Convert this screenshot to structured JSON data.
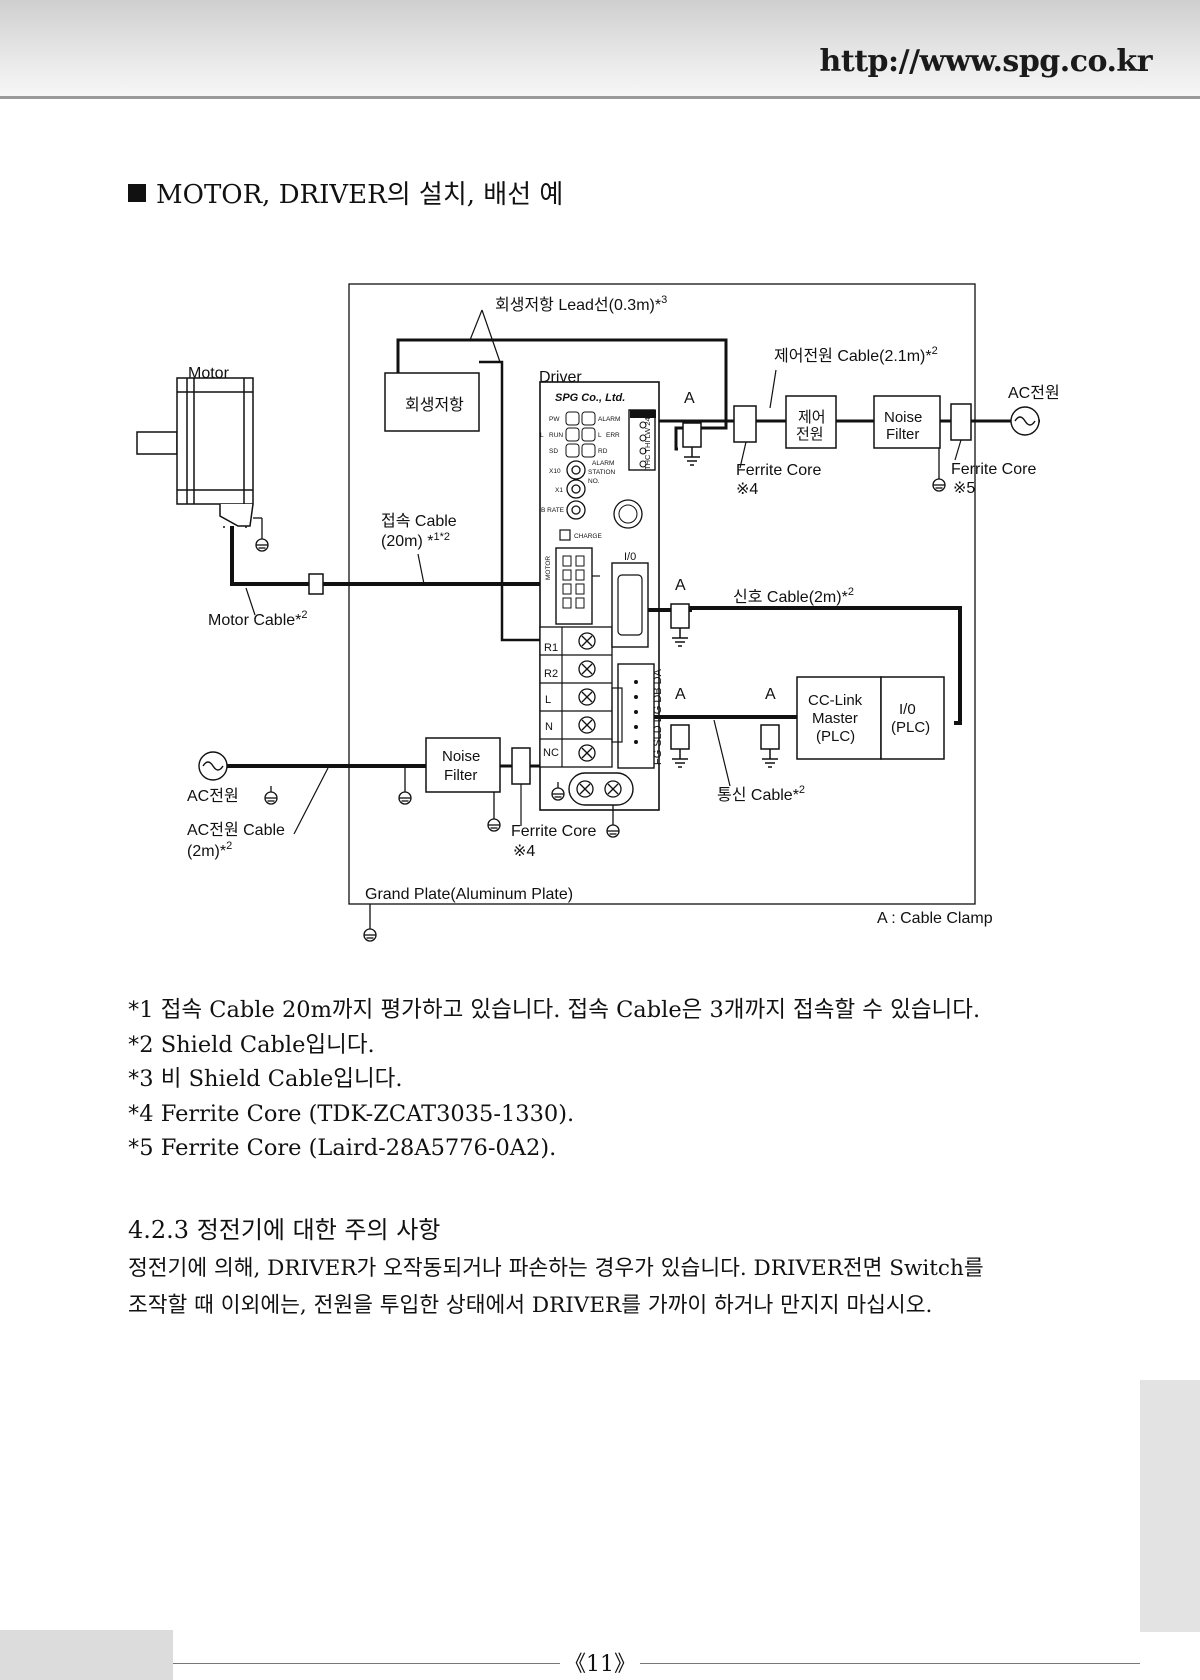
{
  "header": {
    "url": "http://www.spg.co.kr"
  },
  "section": {
    "title": "MOTOR, DRIVER의 설치, 배선 예"
  },
  "diagram": {
    "regen_lead": "회생저항 Lead선(0.3m)*",
    "regen_lead_sup": "3",
    "motor": "Motor",
    "regen_resistor": "회생저항",
    "driver": "Driver",
    "brand": "SPG Co., Ltd.",
    "ctrl_cable": "제어전원 Cable(2.1m)*",
    "ctrl_cable_sup": "2",
    "ac_power_right": "AC전원",
    "clamp_a": "A",
    "ctrl_power_line1": "제어",
    "ctrl_power_line2": "전원",
    "noise_filter_line1": "Noise",
    "noise_filter_line2": "Filter",
    "ferrite_core": "Ferrite Core",
    "note_4": "※4",
    "note_5": "※5",
    "conn_cable_line1": "접속 Cable",
    "conn_cable_line2": "(20m) *",
    "conn_cable_sup": "1*2",
    "motor_cable": "Motor Cable*",
    "motor_cable_sup": "2",
    "signal_cable": "신호 Cable(2m)*",
    "signal_cable_sup": "2",
    "cc_link_line1": "CC-Link",
    "cc_link_line2": "Master",
    "cc_link_line3": "(PLC)",
    "io_plc_line1": "I/0",
    "io_plc_line2": "(PLC)",
    "comm_cable": "통신 Cable*",
    "comm_cable_sup": "2",
    "ac_power_left": "AC전원",
    "ac_cable_line1": "AC전원 Cable",
    "ac_cable_line2": "(2m)*",
    "ac_cable_sup": "2",
    "ground_plate": "Grand Plate(Aluminum Plate)",
    "clamp_legend": "A : Cable Clamp",
    "panel": {
      "pw": "PW",
      "run": "RUN",
      "sd": "SD",
      "l1": "L",
      "l2": "L",
      "alarm1": "ALARM",
      "err": "ERR",
      "rd": "RD",
      "x10": "X10",
      "x1": "X1",
      "brate": "B RATE",
      "alarm2": "ALARM",
      "station": "STATION",
      "no": "NO.",
      "charge": "CHARGE",
      "io": "I/0",
      "motor": "MOTOR",
      "r1": "R1",
      "r2": "R2",
      "l": "L",
      "n": "N",
      "nc": "NC",
      "cn_top": "THC THI LW 24V",
      "cn_bottom": "FG SLD DG DB DA"
    }
  },
  "notes": [
    {
      "mark": "*",
      "text": "1 접속 Cable 20m까지 평가하고 있습니다. 접속 Cable은 3개까지 접속할 수 있습니다."
    },
    {
      "mark": "*",
      "text": "2 Shield Cable입니다."
    },
    {
      "mark": "*",
      "text": "3 비 Shield Cable입니다."
    },
    {
      "mark": "*",
      "text": "4 Ferrite Core (TDK-ZCAT3035-1330)."
    },
    {
      "mark": "*",
      "text": "5 Ferrite Core (Laird-28A5776-0A2)."
    }
  ],
  "subsection": {
    "title": "4.2.3 정전기에 대한 주의 사항",
    "line1": "정전기에 의해, DRIVER가 오작동되거나 파손하는 경우가 있습니다. DRIVER전면 Switch를",
    "line2": "조작할 때 이외에는, 전원을 투입한 상태에서 DRIVER를 가까이 하거나 만지지 마십시오."
  },
  "footer": {
    "page": "《11》"
  }
}
